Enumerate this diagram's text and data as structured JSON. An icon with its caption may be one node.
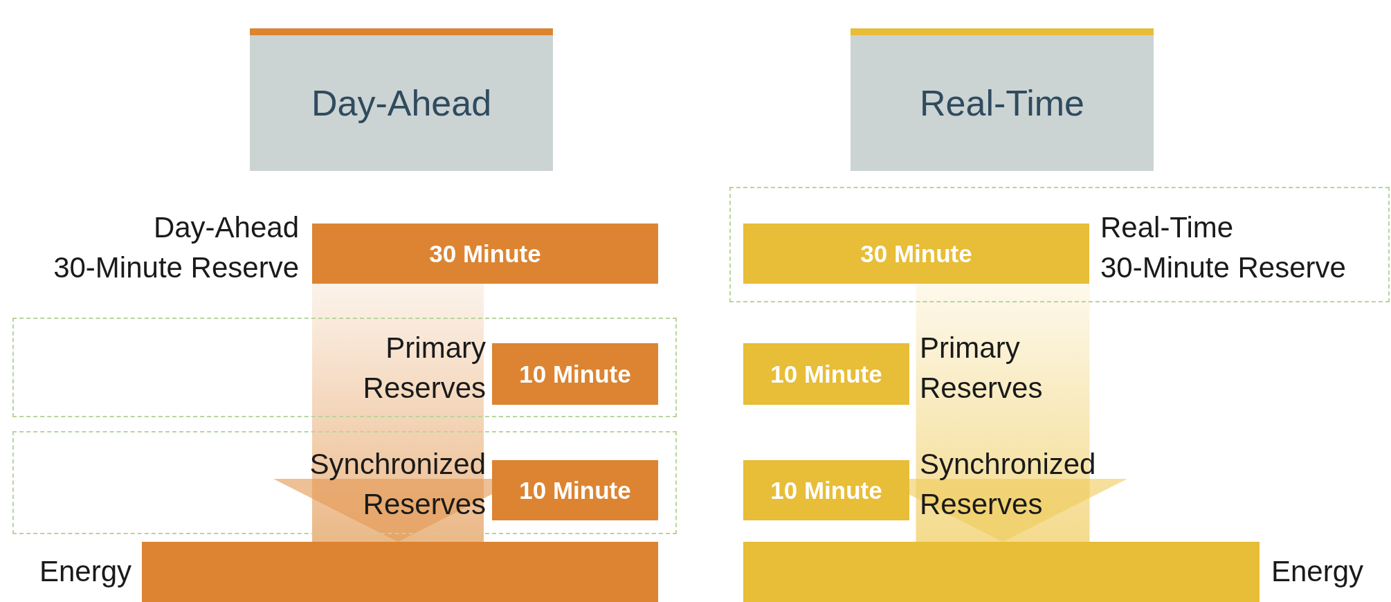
{
  "diagram": {
    "nodes": [
      {
        "text": [
          "Day-Ahead"
        ]
      },
      {
        "text": [
          "Real-Time"
        ]
      },
      {
        "text": [
          "30 Minute"
        ],
        "beside": [
          "Day-Ahead 30-Minute Reserve"
        ]
      },
      {
        "text": [],
        "shape": "box"
      },
      {
        "text": [
          "10 Minute"
        ],
        "in": 3,
        "beside": [
          "Primary Reserves"
        ]
      },
      {
        "text": [],
        "shape": "box"
      },
      {
        "text": [
          "10 Minute"
        ],
        "in": 5,
        "beside": [
          "Synchronized Reserves"
        ]
      },
      {
        "text": [],
        "shape": "bar",
        "beside": [
          "Energy"
        ]
      },
      {
        "text": [],
        "shape": "box"
      },
      {
        "text": [
          "30 Minute"
        ],
        "in": 8,
        "beside": [
          "Real-Time 30-Minute Reserve"
        ]
      },
      {
        "text": [
          "10 Minute"
        ],
        "beside": [
          "Primary Reserves"
        ]
      },
      {
        "text": [
          "10 Minute"
        ],
        "beside": [
          "Synchronized Reserves"
        ]
      },
      {
        "text": [],
        "shape": "bar",
        "beside": [
          "Energy"
        ]
      }
    ],
    "edges": [
      {
        "from": 2,
        "to": 7,
        "arrow": "to",
        "style": "thick",
        "color": "#e39a55"
      },
      {
        "from": 9,
        "to": 12,
        "arrow": "to",
        "style": "thick",
        "color": "#efcb5c"
      }
    ]
  }
}
